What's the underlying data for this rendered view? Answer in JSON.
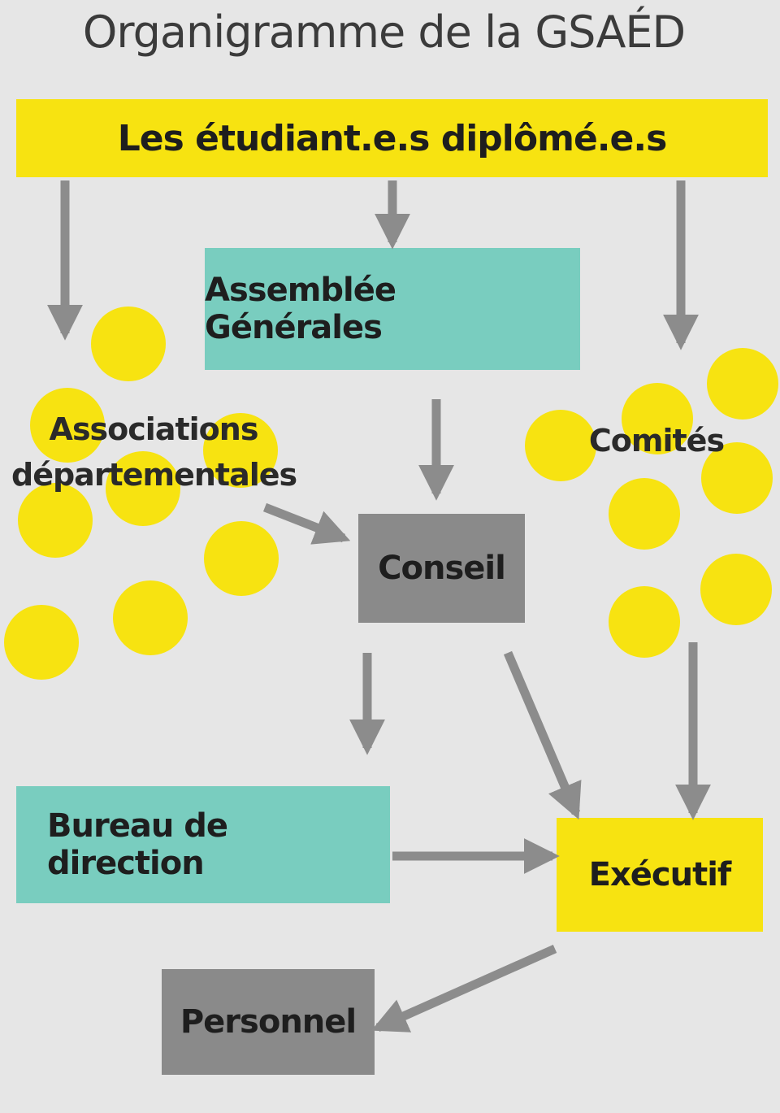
{
  "title": "Organigramme de la GSAÉD",
  "nodes": {
    "students": "Les étudiant.e.s diplômé.e.s",
    "assembly": "Assemblée Générales",
    "associations_line1": "Associations",
    "associations_line2": "départementales",
    "comites": "Comités",
    "conseil": "Conseil",
    "bureau": "Bureau de direction",
    "executif": "Exécutif",
    "personnel": "Personnel"
  },
  "colors": {
    "background": "#e6e6e6",
    "yellow": "#f7e311",
    "teal": "#79cdbf",
    "gray": "#8a8a8a",
    "arrow": "#8c8c8c"
  },
  "edges": [
    {
      "from": "students",
      "to": "associations"
    },
    {
      "from": "students",
      "to": "assembly"
    },
    {
      "from": "students",
      "to": "comites"
    },
    {
      "from": "assembly",
      "to": "conseil"
    },
    {
      "from": "associations",
      "to": "conseil"
    },
    {
      "from": "conseil",
      "to": "bureau"
    },
    {
      "from": "conseil",
      "to": "executif"
    },
    {
      "from": "comites",
      "to": "executif"
    },
    {
      "from": "bureau",
      "to": "executif"
    },
    {
      "from": "executif",
      "to": "personnel"
    }
  ]
}
